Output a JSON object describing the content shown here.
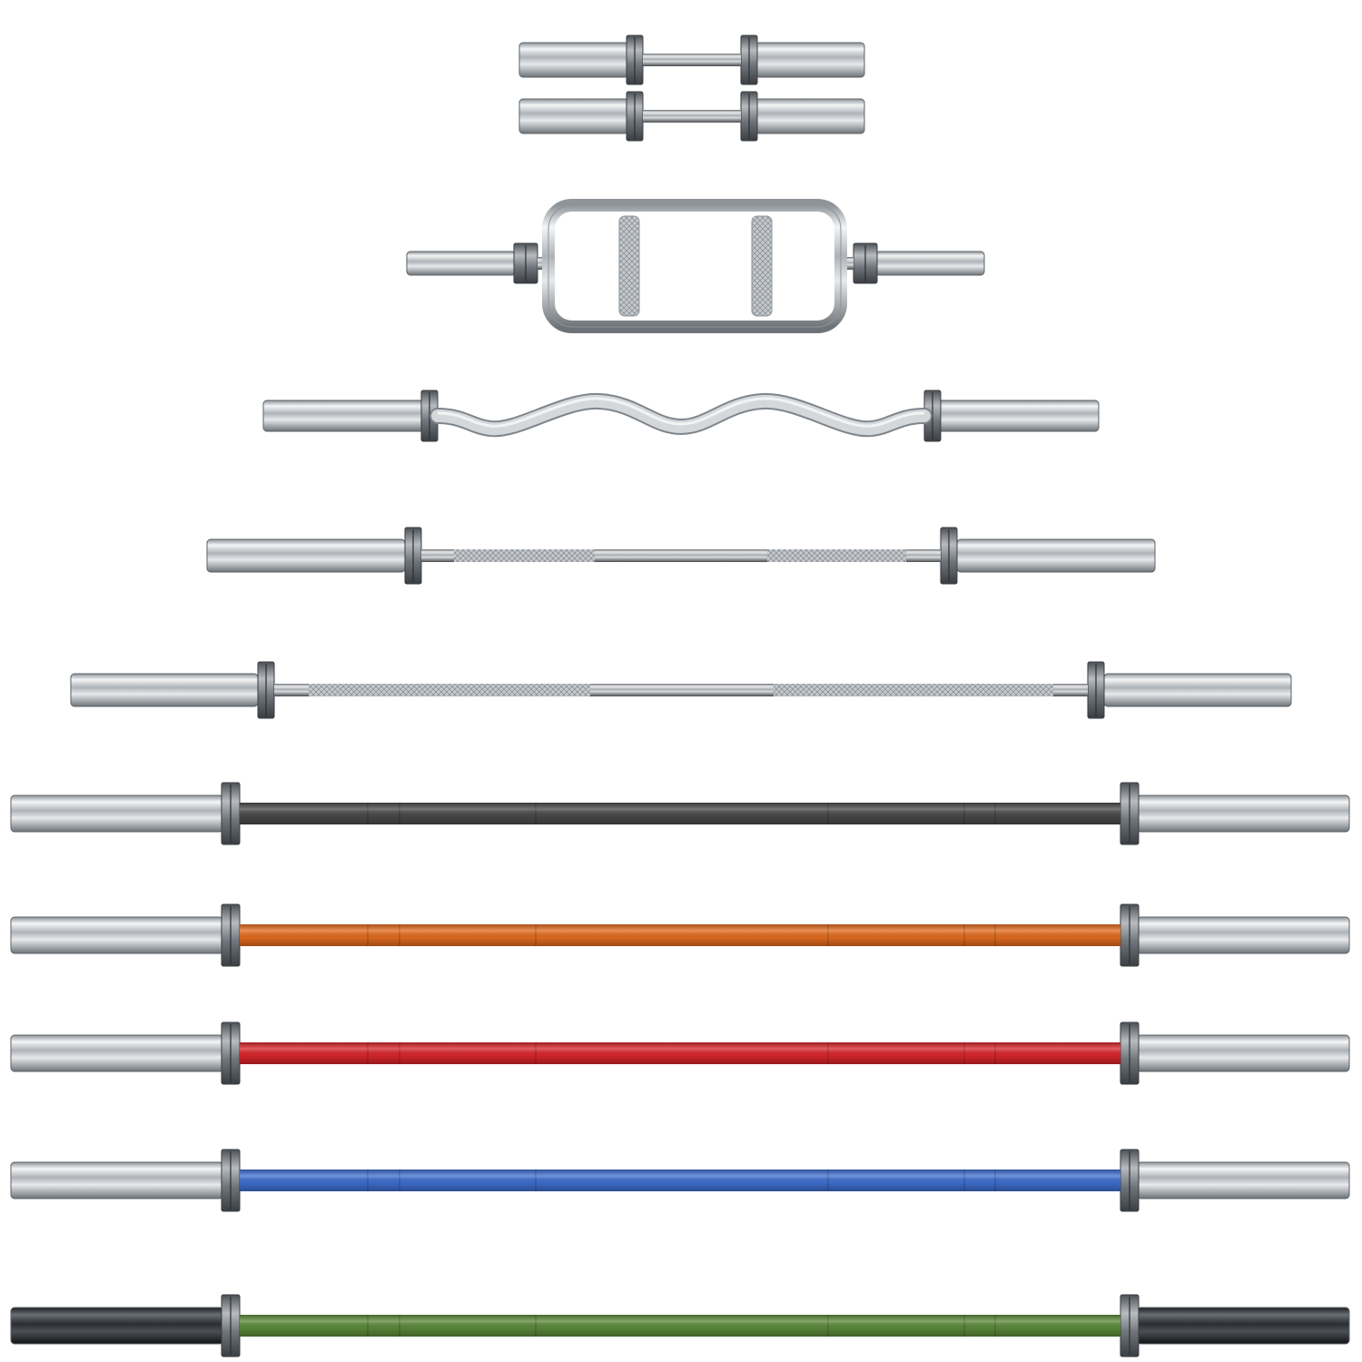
{
  "scene": {
    "background": "#ffffff",
    "metal_color": "#c9cdd2",
    "collar_color": "#6f757b"
  },
  "bars": [
    {
      "kind": "dumbbell-handle",
      "shaft_color": "#c9cdd2"
    },
    {
      "kind": "dumbbell-handle",
      "shaft_color": "#c9cdd2"
    },
    {
      "kind": "tricep-bar",
      "shaft_color": "#c9cdd2"
    },
    {
      "kind": "ez-curl-bar",
      "shaft_color": "#c9cdd2"
    },
    {
      "kind": "straight-bar",
      "shaft_color": "#c9cdd2"
    },
    {
      "kind": "straight-bar",
      "shaft_color": "#c9cdd2"
    },
    {
      "kind": "olympic-bar",
      "shaft_color": "#4a4a4a"
    },
    {
      "kind": "olympic-bar",
      "shaft_color": "#e46c1f"
    },
    {
      "kind": "olympic-bar",
      "shaft_color": "#d9262b"
    },
    {
      "kind": "olympic-bar",
      "shaft_color": "#3f6fd0"
    },
    {
      "kind": "olympic-bar",
      "shaft_color": "#5c8a3a",
      "sleeve_color": "#2a2d31"
    }
  ]
}
